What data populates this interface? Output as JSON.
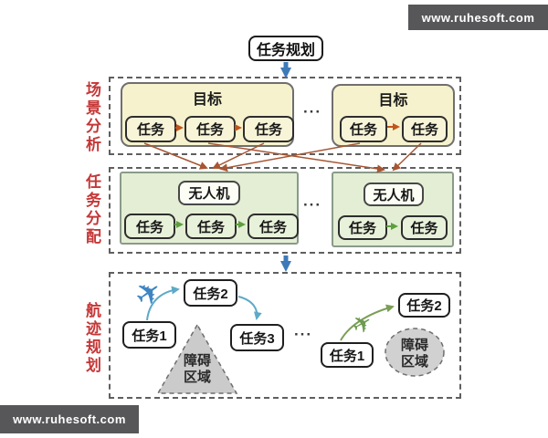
{
  "banners": {
    "top_text": "www.ruhesoft.com",
    "bottom_text": "www.ruhesoft.com"
  },
  "header": {
    "title": "任务规划"
  },
  "ellipsis_glyph": "···",
  "stages": {
    "scenario": {
      "label": "场景分析",
      "groups": [
        {
          "title": "目标",
          "tasks": [
            "任务",
            "任务",
            "任务"
          ]
        },
        {
          "title": "目标",
          "tasks": [
            "任务",
            "任务"
          ]
        }
      ]
    },
    "allocation": {
      "label": "任务分配",
      "groups": [
        {
          "title": "无人机",
          "tasks": [
            "任务",
            "任务",
            "任务"
          ]
        },
        {
          "title": "无人机",
          "tasks": [
            "任务",
            "任务"
          ]
        }
      ]
    },
    "trajectory": {
      "label": "航迹规划",
      "left": {
        "task1": "任务1",
        "task2": "任务2",
        "task3": "任务3",
        "obstacle_line1": "障碍",
        "obstacle_line2": "区域"
      },
      "right": {
        "task1": "任务1",
        "task2": "任务2",
        "obstacle_line1": "障碍",
        "obstacle_line2": "区域"
      }
    }
  },
  "icons": {
    "plane_glyph": "✈"
  },
  "colors": {
    "stage_label_red": "#c53737",
    "target_fill": "#f6f2cd",
    "uav_group_fill": "#e3eed4",
    "big_arrow_blue": "#3d7ab8",
    "task_arrow_orange": "#c2551d",
    "cross_arrow_brown": "#a65633",
    "task_arrow_green": "#5d9e3f",
    "curve_blue": "#5ea9c9",
    "curve_green": "#7b9e55",
    "obstacle_gray": "#cbcbcb",
    "banner_bg": "#57575a"
  }
}
